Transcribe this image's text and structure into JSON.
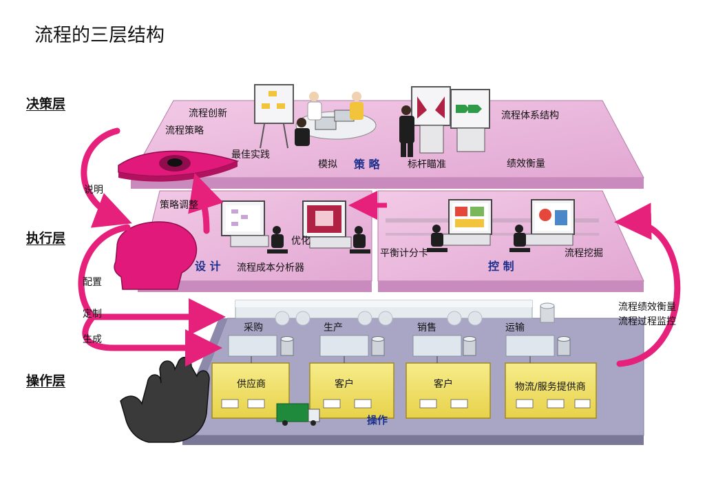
{
  "title": "流程的三层结构",
  "layers": {
    "decision": "决策层",
    "execution": "执行层",
    "operation": "操作层"
  },
  "decision_labels": {
    "innovation": "流程创新",
    "strategy": "流程策略",
    "best_practice": "最佳实践",
    "simulation": "模拟",
    "strategy_badge": "策 略",
    "benchmark": "标杆瞄准",
    "system_structure": "流程体系结构",
    "performance": "绩效衡量"
  },
  "execution_labels": {
    "strategy_adjust": "策略调整",
    "optimize": "优化",
    "design_badge": "设 计",
    "cost_analyzer": "流程成本分析器",
    "scorecard": "平衡计分卡",
    "control_badge": "控 制",
    "mining": "流程挖掘"
  },
  "side_labels": {
    "explain": "说明",
    "configure": "配置",
    "customize": "定制",
    "generate": "生成",
    "monitor_1": "流程绩效衡量",
    "monitor_2": "流程过程监控"
  },
  "operation_labels": {
    "purchase": "采购",
    "production": "生产",
    "sales": "销售",
    "transport": "运输",
    "operation_badge": "操作"
  },
  "rooms": [
    "供应商",
    "客户",
    "客户",
    "物流/服务提供商"
  ],
  "colors": {
    "layer_pink": "#e9b6dd",
    "layer_pink_dark": "#c98bbd",
    "operation_gray": "#a6a3c2",
    "arrow_magenta": "#e5217b",
    "badge_blue": "#1c2f8c",
    "room_yellow": "#f3e46a"
  },
  "icons": [
    "eye-icon",
    "head-icon",
    "hand-icon",
    "truck-icon",
    "database-icon",
    "monitor-icon",
    "meeting-people-icon"
  ]
}
